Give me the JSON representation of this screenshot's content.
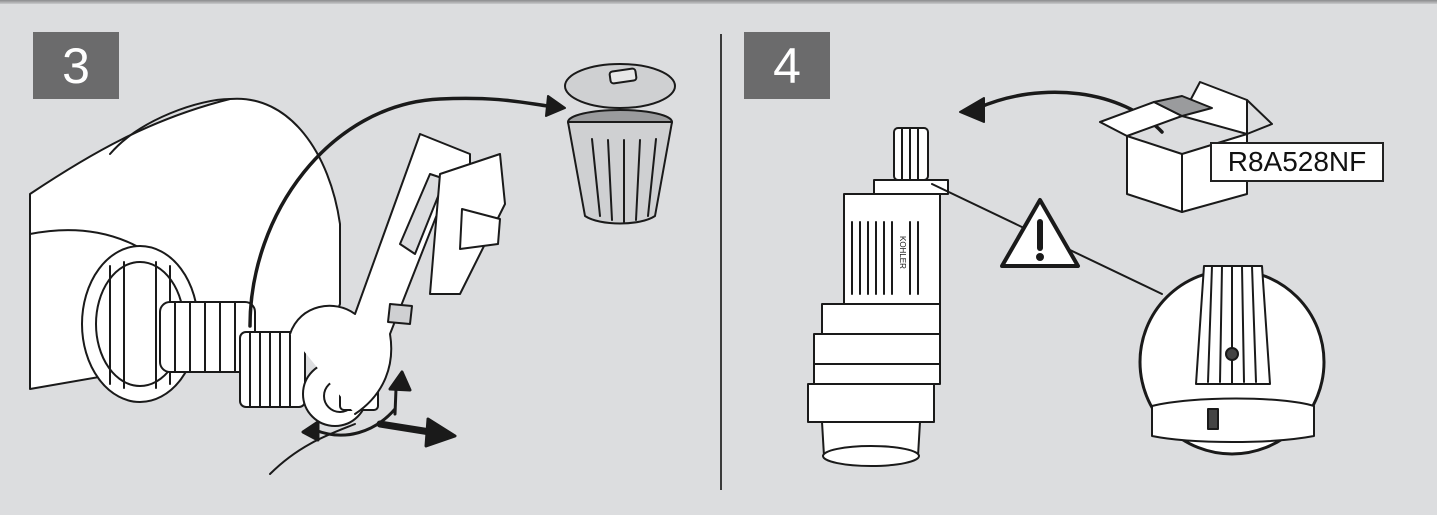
{
  "steps": [
    {
      "number": "3",
      "icons": [
        "cartridge-wrench-icon",
        "trash-can-icon",
        "curved-arrow-icon",
        "rotate-arrows-icon"
      ]
    },
    {
      "number": "4",
      "icons": [
        "new-cartridge-icon",
        "box-icon",
        "warning-triangle-icon",
        "detail-magnifier-icon"
      ],
      "part_number": "R8A528NF",
      "cartridge_brand_text": "KOHLER"
    }
  ],
  "colors": {
    "background": "#dcdddf",
    "badge": "#6b6b6c",
    "line": "#1a1a1a",
    "part_fill": "#ffffff"
  }
}
